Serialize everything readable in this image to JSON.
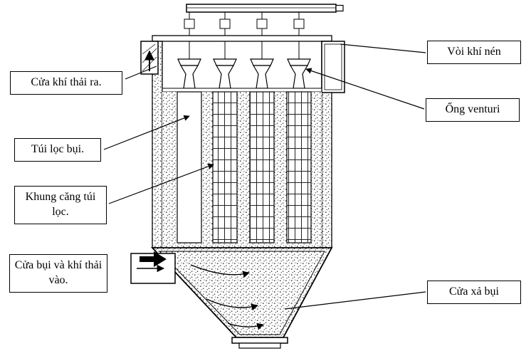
{
  "labels": {
    "exhaust_outlet": "Cửa khí thải ra.",
    "compressed_air_nozzle": "Vòi khí nén",
    "venturi_tube": "Ống venturi",
    "filter_bag": "Túi lọc bụi.",
    "bag_tension_frame": "Khung căng túi lọc.",
    "dust_gas_inlet": "Cửa bụi và khí thải vào.",
    "dust_discharge_outlet": "Cửa xả bụi"
  },
  "colors": {
    "line": "#000000",
    "background": "#ffffff",
    "label_border": "#000000"
  }
}
